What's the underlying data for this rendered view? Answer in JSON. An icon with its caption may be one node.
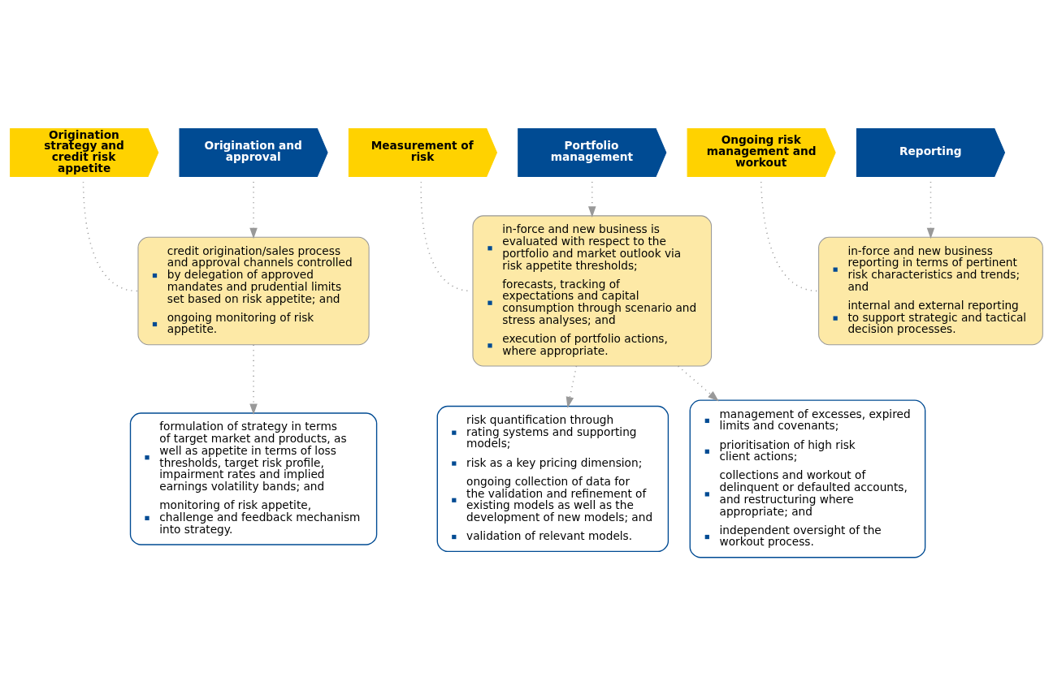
{
  "diagram": {
    "nodes": [
      {
        "text": [
          "Origination strategy and credit risk appetite"
        ]
      },
      {
        "text": [
          "Origination and approval"
        ]
      },
      {
        "text": [
          "Measurement of risk"
        ]
      },
      {
        "text": [
          "Portfolio management"
        ]
      },
      {
        "text": [
          "Ongoing risk management and workout"
        ]
      },
      {
        "text": [
          "Reporting"
        ]
      },
      {
        "text": [
          "credit origination/sales process and approval channels controlled by delegation of approved mandates and prudential limits set based on risk appetite; and",
          "ongoing monitoring of risk appetite."
        ]
      },
      {
        "text": [
          "in-force and new business is evaluated with respect to the portfolio and market outlook via risk appetite thresholds;",
          "forecasts, tracking of expectations and capital consumption through scenario and stress analyses; and",
          "execution of portfolio actions, where appropriate."
        ]
      },
      {
        "text": [
          "in-force and new business reporting in terms of pertinent risk characteristics and trends; and",
          "internal and external reporting to support strategic and tactical decision processes."
        ]
      },
      {
        "text": [
          "formulation of strategy in terms of target market and products, as well as appetite in terms of loss thresholds, target risk profile, impairment rates and implied earnings volatility bands; and",
          "monitoring of risk appetite, challenge and feedback mechanism into strategy."
        ]
      },
      {
        "text": [
          "risk quantification through rating systems and supporting models;",
          "risk as a key pricing dimension;",
          "ongoing collection of data for the validation and refinement of existing models as well as the development of new models; and",
          "validation of relevant models."
        ]
      },
      {
        "text": [
          "management of excesses, expired limits and covenants;",
          "prioritisation of high risk client actions;",
          "collections and workout of delinquent or defaulted accounts, and restructuring where appropriate; and",
          "independent oversight of the workout process."
        ]
      }
    ],
    "edges": [
      {
        "from": 1,
        "to": 6,
        "arrow": "to"
      },
      {
        "from": 0,
        "to": 6,
        "arrow": "none"
      },
      {
        "from": 3,
        "to": 7,
        "arrow": "to"
      },
      {
        "from": 2,
        "to": 7,
        "arrow": "none"
      },
      {
        "from": 5,
        "to": 8,
        "arrow": "to"
      },
      {
        "from": 4,
        "to": 8,
        "arrow": "none"
      },
      {
        "from": 6,
        "to": 9,
        "arrow": "to"
      },
      {
        "from": 7,
        "to": 10,
        "arrow": "to"
      },
      {
        "from": 7,
        "to": 11,
        "arrow": "to"
      }
    ]
  }
}
